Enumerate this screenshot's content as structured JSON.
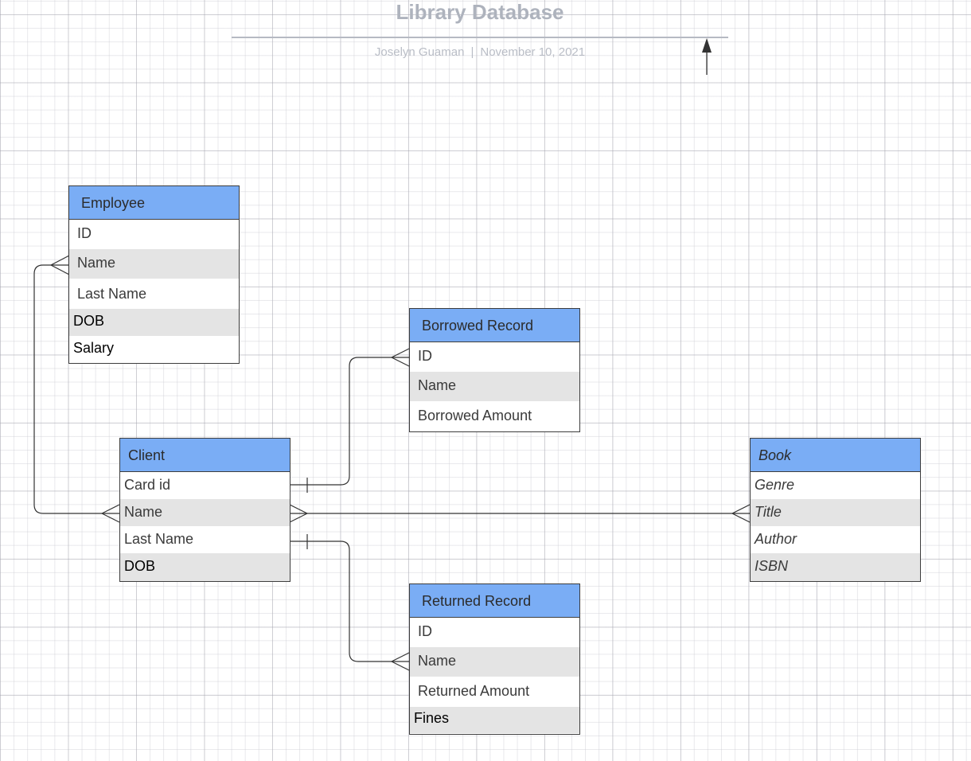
{
  "header": {
    "title": "Library Database",
    "author": "Joselyn Guaman",
    "separator": "|",
    "date": "November 10, 2021"
  },
  "entities": {
    "employee": {
      "name": "Employee",
      "fields": [
        "ID",
        "Name",
        "Last Name",
        "DOB",
        "Salary"
      ]
    },
    "borrowed_record": {
      "name": "Borrowed Record",
      "fields": [
        "ID",
        "Name",
        "Borrowed Amount"
      ]
    },
    "client": {
      "name": "Client",
      "fields": [
        "Card id",
        "Name",
        "Last Name",
        "DOB"
      ]
    },
    "book": {
      "name": "Book",
      "fields": [
        "Genre",
        "Title",
        "Author",
        "ISBN"
      ]
    },
    "returned_record": {
      "name": "Returned Record",
      "fields": [
        "ID",
        "Name",
        "Returned Amount",
        "Fines"
      ]
    }
  },
  "colors": {
    "header_fill": "#7aadf5",
    "alt_row_fill": "#e4e4e4",
    "border": "#3d3d3d",
    "title_text": "#aeb3bd"
  }
}
